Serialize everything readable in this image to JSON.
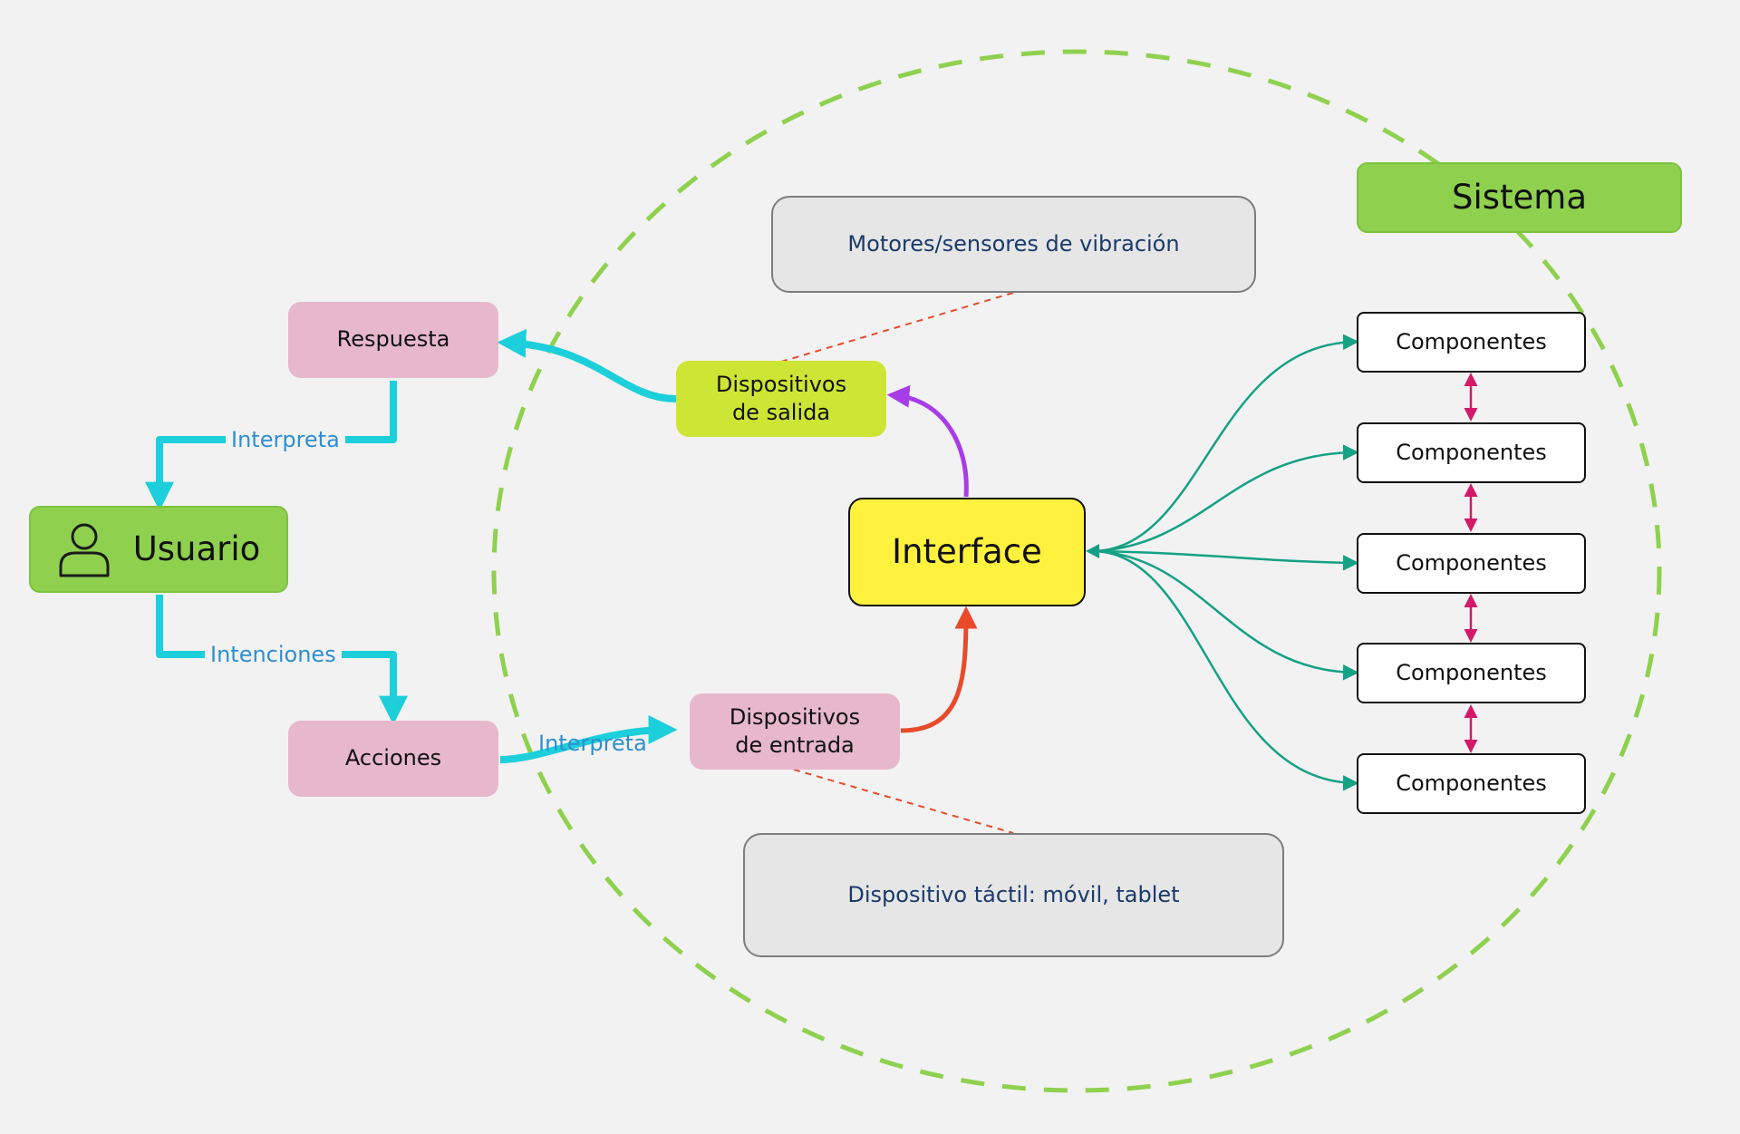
{
  "nodes": {
    "usuario": "Usuario",
    "respuesta": "Respuesta",
    "acciones": "Acciones",
    "salida": "Dispositivos de salida",
    "entrada": "Dispositivos de entrada",
    "interface": "Interface",
    "sistema": "Sistema",
    "motores": "Motores/sensores de vibración",
    "tactil": "Dispositivo táctil: móvil, tablet",
    "componentes": [
      "Componentes",
      "Componentes",
      "Componentes",
      "Componentes",
      "Componentes"
    ]
  },
  "edge_labels": {
    "interpreta_top": "Interpreta",
    "intenciones": "Intenciones",
    "interpreta_bottom": "Interpreta"
  },
  "icons": {
    "user": "user-icon"
  },
  "colors": {
    "background": "#f2f2f2",
    "cyan_arrow": "#1ccfdb",
    "purple_arrow": "#a83ce8",
    "red_arrow": "#e84a2a",
    "teal_arrow": "#15a184",
    "magenta_arrow": "#d4186a",
    "dashed_circle": "#8fd14f",
    "dashed_link": "#e84a2a",
    "green_node": "#8fd14f",
    "pink_node": "#e7b8cb",
    "lime_node": "#cde635",
    "yellow_node": "#fff23f"
  }
}
